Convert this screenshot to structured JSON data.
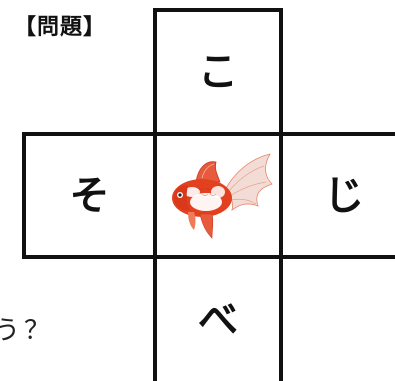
{
  "heading": "【問題】",
  "cells": {
    "top": "こ",
    "left": "そ",
    "right": "じ",
    "bottom": "べ"
  },
  "center_image": "goldfish",
  "question_tail": "う？"
}
